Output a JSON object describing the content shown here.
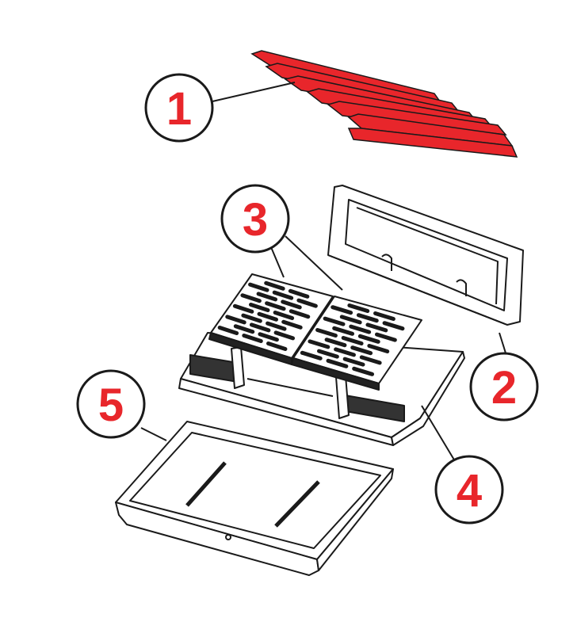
{
  "diagram": {
    "colors": {
      "line": "#1a1a1a",
      "highlight": "#e8262b",
      "label": "#e8262b",
      "background": "#ffffff"
    },
    "parts": [
      {
        "id": "part-1",
        "number": "1",
        "highlighted": true
      },
      {
        "id": "part-2",
        "number": "2",
        "highlighted": false
      },
      {
        "id": "part-3",
        "number": "3",
        "highlighted": false
      },
      {
        "id": "part-4",
        "number": "4",
        "highlighted": false
      },
      {
        "id": "part-5",
        "number": "5",
        "highlighted": false
      }
    ]
  }
}
